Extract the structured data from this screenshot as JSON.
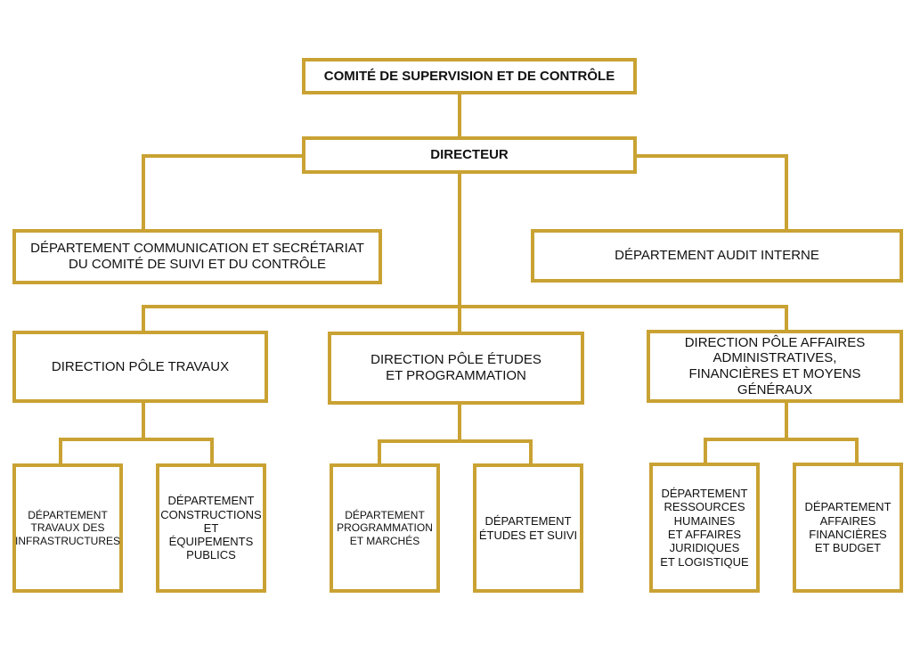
{
  "colors": {
    "line": "#c9a233",
    "box_fill": "#ffffff",
    "text": "#111111"
  },
  "committee": "COMITÉ DE SUPERVISION ET DE CONTRÔLE",
  "director": "DIRECTEUR",
  "dept_communication": "DÉPARTEMENT COMMUNICATION ET SECRÉTARIAT\nDU COMITÉ DE SUIVI ET DU CONTRÔLE",
  "dept_audit": "DÉPARTEMENT AUDIT INTERNE",
  "pole_travaux": {
    "label": "DIRECTION PÔLE TRAVAUX",
    "depts": [
      "DÉPARTEMENT\nTRAVAUX DES\nINFRASTRUCTURES",
      "DÉPARTEMENT\nCONSTRUCTIONS\nET\nÉQUIPEMENTS\nPUBLICS"
    ]
  },
  "pole_etudes": {
    "label": "DIRECTION PÔLE ÉTUDES\nET PROGRAMMATION",
    "depts": [
      "DÉPARTEMENT\nPROGRAMMATION\nET MARCHÉS",
      "DÉPARTEMENT\nÉTUDES ET SUIVI"
    ]
  },
  "pole_affaires": {
    "label": "DIRECTION PÔLE AFFAIRES\nADMINISTRATIVES,\nFINANCIÈRES ET MOYENS GÉNÉRAUX",
    "depts": [
      "DÉPARTEMENT\nRESSOURCES\nHUMAINES\nET AFFAIRES\nJURIDIQUES\nET LOGISTIQUE",
      "DÉPARTEMENT\nAFFAIRES\nFINANCIÈRES\nET BUDGET"
    ]
  }
}
